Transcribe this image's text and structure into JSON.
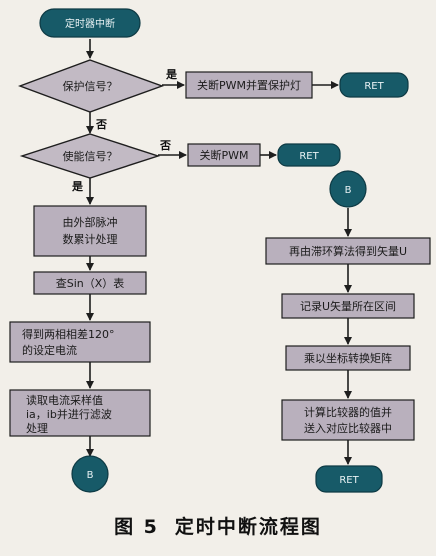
{
  "diagram": {
    "start": "定时器中断",
    "decision_protect": "保护信号？",
    "yes_protect": "是",
    "no_protect": "否",
    "action_protect": "关断PWM并置保护灯",
    "ret_protect": "RET",
    "decision_enable": "使能信号？",
    "no_enable": "否",
    "yes_enable": "是",
    "action_disable": "关断PWM",
    "ret_disable": "RET",
    "step_count": [
      "由外部脉冲",
      "数累计处理"
    ],
    "step_sin": "查Sin（X）表",
    "step_phase": [
      "得到两相相差120°",
      "的设定电流"
    ],
    "step_sample": [
      "读取电流采样值",
      "ia，ib并进行滤波",
      "处理"
    ],
    "connector_out": "B",
    "connector_in": "B",
    "step_hysteresis": "再由滞环算法得到矢量U",
    "step_record": "记录U矢量所在区间",
    "step_matrix": "乘以坐标转换矩阵",
    "step_compare": [
      "计算比较器的值并",
      "送入对应比较器中"
    ],
    "ret_end": "RET"
  },
  "caption": {
    "figure": "图 5",
    "title": "定时中断流程图"
  },
  "colors": {
    "box_fill": "#b9b0bd",
    "decision_fill": "#c2bac4",
    "terminal_fill": "#175a68",
    "line": "#1e1e1e",
    "background": "#f2efe9"
  }
}
